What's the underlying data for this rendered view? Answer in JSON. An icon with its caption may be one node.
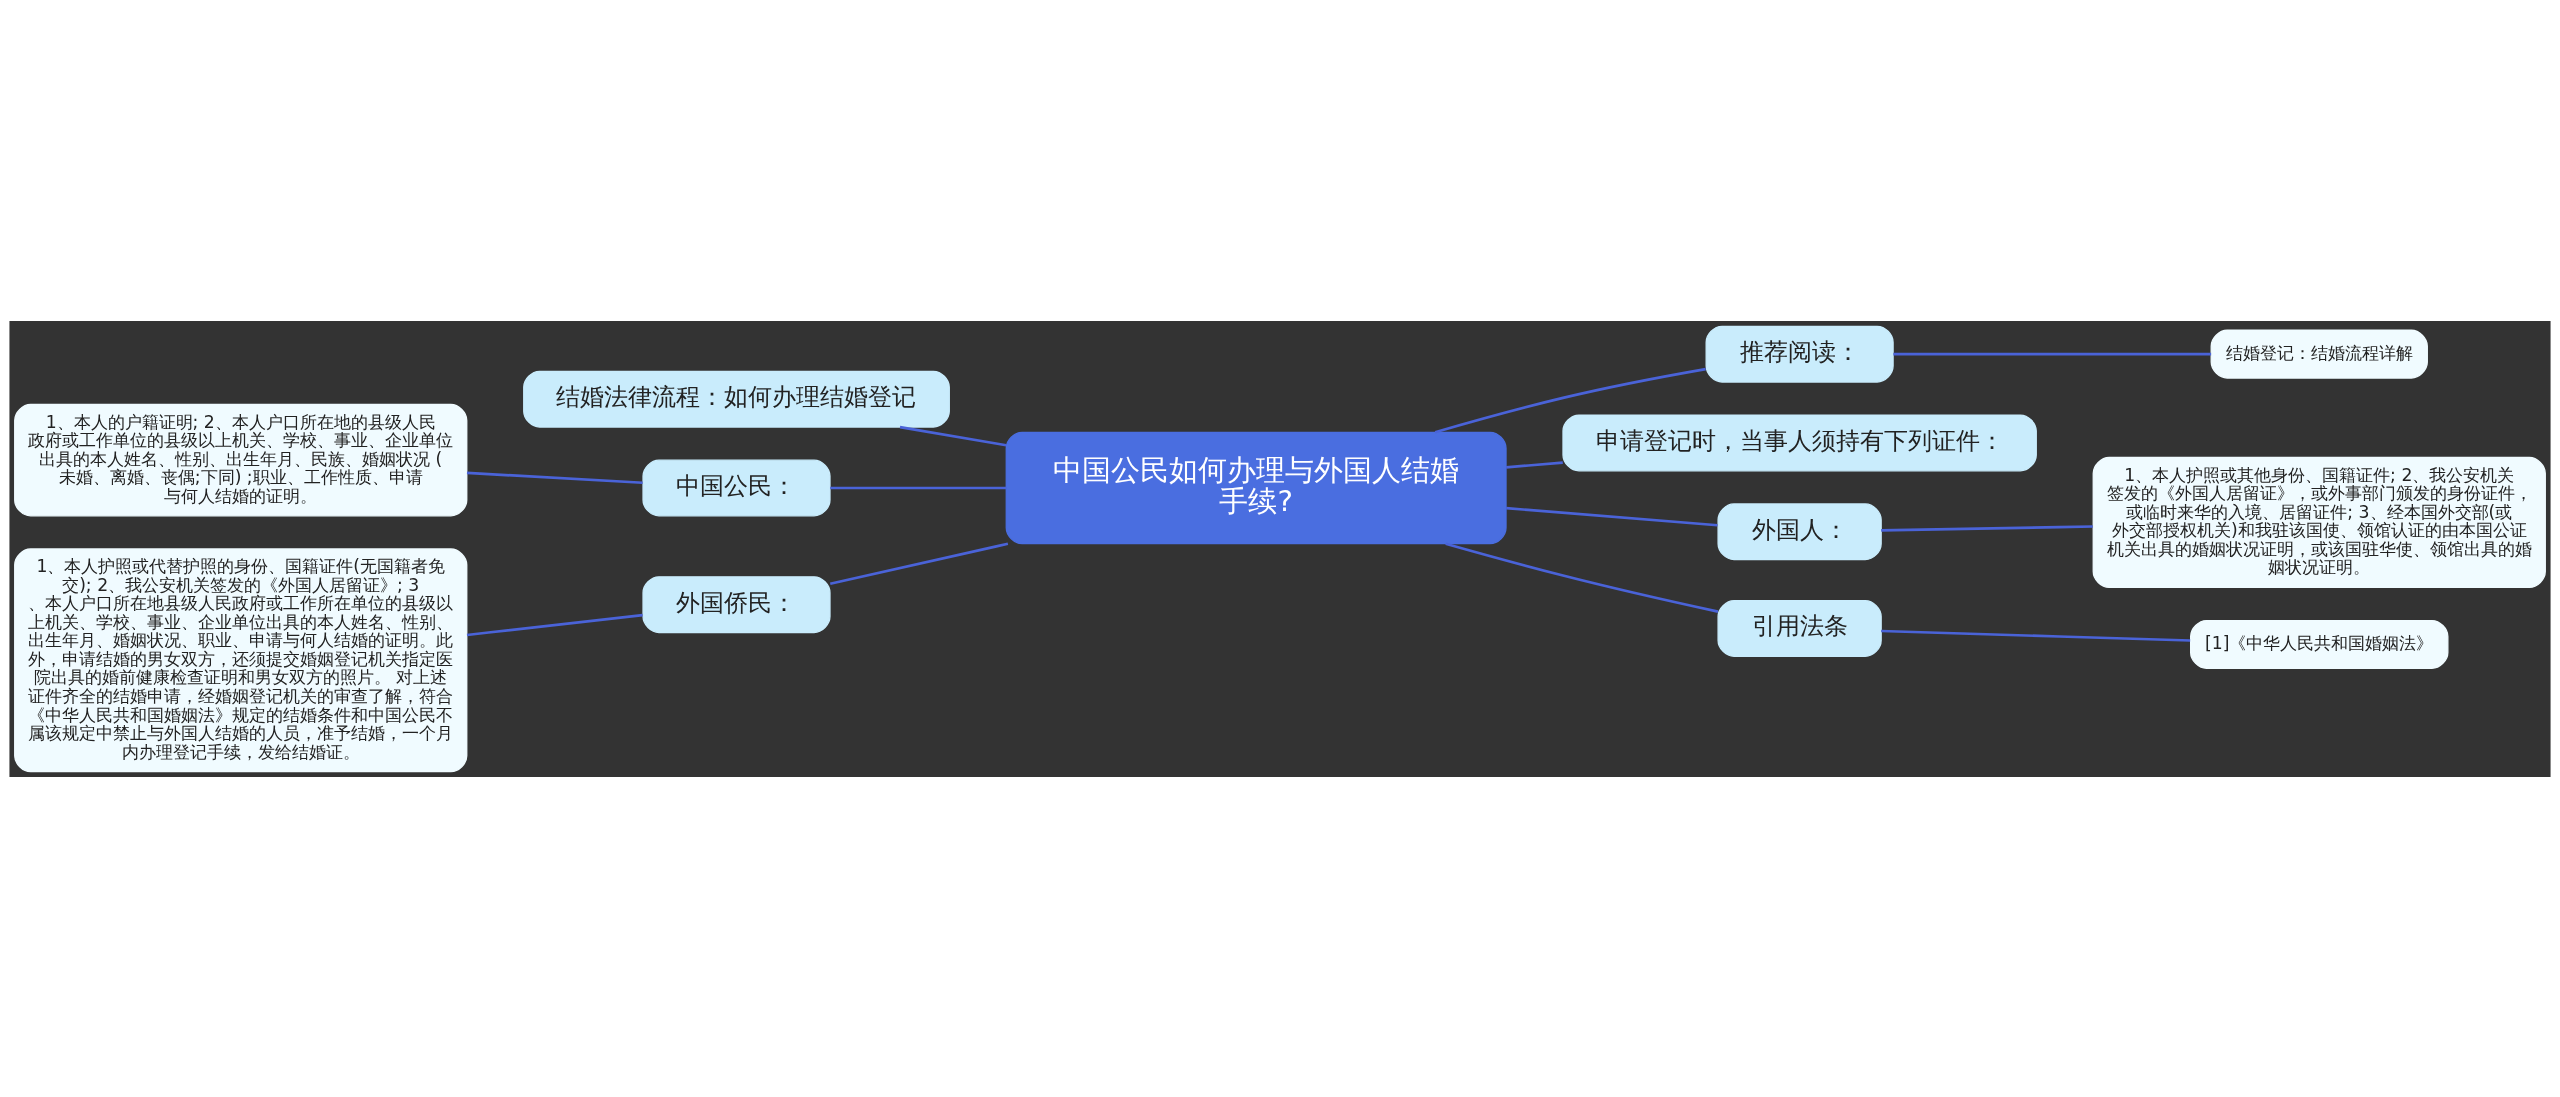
{
  "diagram": {
    "nodes": [
      {
        "text": [
          "中国公民如何办理与外国人结婚手续?"
        ]
      },
      {
        "text": [
          "结婚法律流程：如何办理结婚登记"
        ]
      },
      {
        "text": [
          "中国公民："
        ]
      },
      {
        "text": [
          "1、本人的户籍证明; 2、本人户口所在地的县级人民政府或工作单位的县级以上机关、学校、事业、企业单位出具的本人姓名、性别、出生年月、民族、婚姻状况 ( 未婚、离婚、丧偶;下同) ;职业、工作性质、申请与何人结婚的证明。"
        ]
      },
      {
        "text": [
          "外国侨民："
        ]
      },
      {
        "text": [
          "1、本人护照或代替护照的身份、国籍证件(无国籍者免交); 2、我公安机关签发的《外国人居留证》; 3、本人户口所在地县级人民政府或工作所在单位的县级以上机关、学校、事业、企业单位出具的本人姓名、性别、出生年月、婚姻状况、职业、申请与何人结婚的证明。此外，申请结婚的男女双方，还须提交婚姻登记机关指定医院出具的婚前健康检查证明和男女双方的照片。 对上述证件齐全的结婚申请，经婚姻登记机关的审查了解，符合《中华人民共和国婚姻法》规定的结婚条件和中国公民不属该规定中禁止与外国人结婚的人员，准予结婚，一个月内办理登记手续，发给结婚证。"
        ]
      },
      {
        "text": [
          "推荐阅读："
        ]
      },
      {
        "text": [
          "结婚登记：结婚流程详解"
        ]
      },
      {
        "text": [
          "申请登记时，当事人须持有下列证件："
        ]
      },
      {
        "text": [
          "外国人："
        ]
      },
      {
        "text": [
          "1、本人护照或其他身份、国籍证件; 2、我公安机关签发的《外国人居留证》，或外事部门颁发的身份证件，或临时来华的入境、居留证件; 3、经本国外交部(或外交部授权机关)和我驻该国使、领馆认证的由本国公证机关出具的婚姻状况证明，或该国驻华使、领馆出具的婚姻状况证明。"
        ]
      },
      {
        "text": [
          "引用法条"
        ]
      },
      {
        "text": [
          "[1]《中华人民共和国婚姻法》"
        ]
      }
    ],
    "edges": [
      {
        "from": 1,
        "to": 0,
        "arrow": "none"
      },
      {
        "from": 2,
        "to": 0,
        "arrow": "none"
      },
      {
        "from": 3,
        "to": 2,
        "arrow": "none"
      },
      {
        "from": 4,
        "to": 0,
        "arrow": "none"
      },
      {
        "from": 5,
        "to": 4,
        "arrow": "none"
      },
      {
        "from": 0,
        "to": 6,
        "arrow": "none"
      },
      {
        "from": 6,
        "to": 7,
        "arrow": "none"
      },
      {
        "from": 0,
        "to": 8,
        "arrow": "none"
      },
      {
        "from": 0,
        "to": 9,
        "arrow": "none"
      },
      {
        "from": 9,
        "to": 10,
        "arrow": "none"
      },
      {
        "from": 0,
        "to": 11,
        "arrow": "none"
      },
      {
        "from": 11,
        "to": 12,
        "arrow": "none"
      }
    ]
  }
}
